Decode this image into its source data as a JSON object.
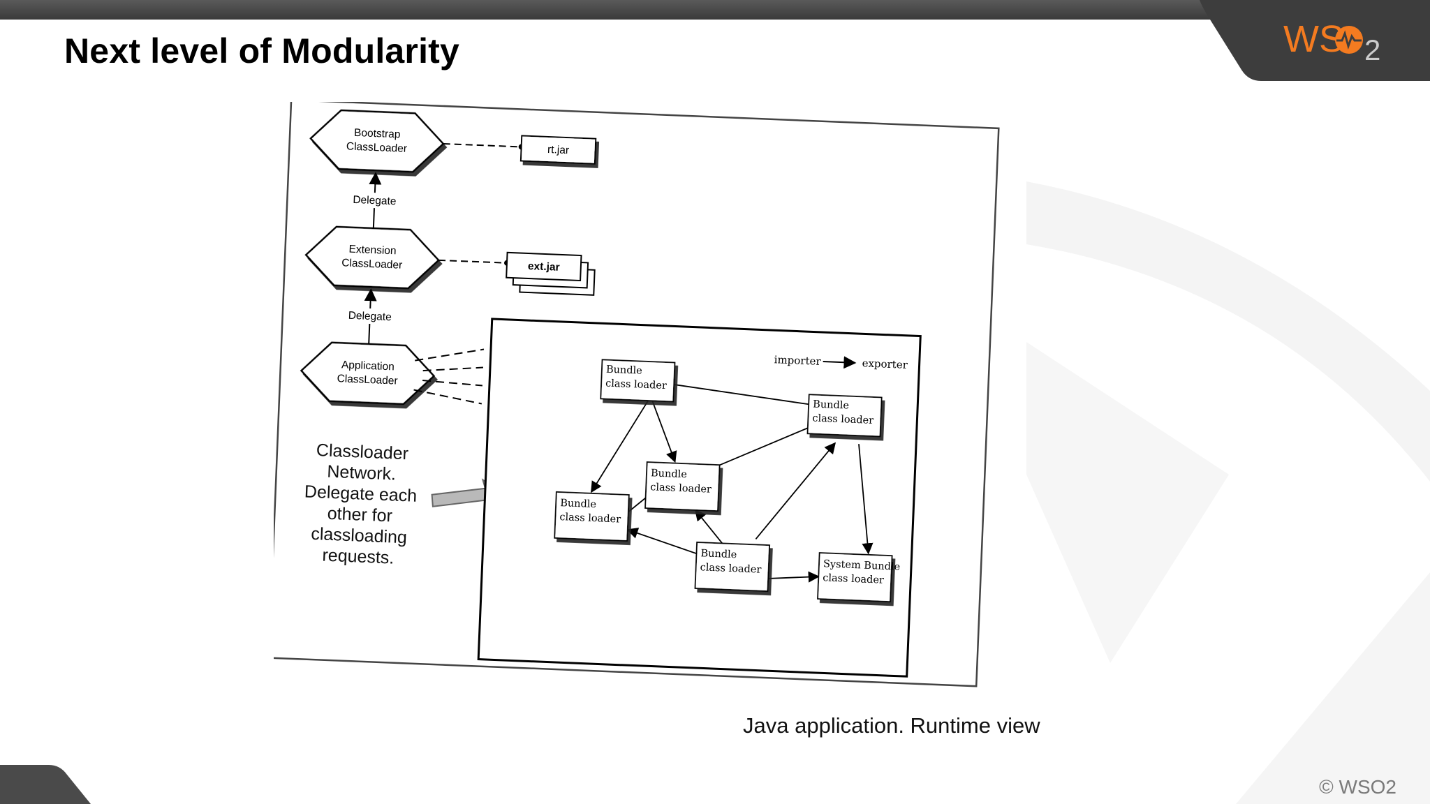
{
  "slide": {
    "title": "Next level of Modularity",
    "caption": "Java application. Runtime view",
    "copyright": "© WSO2"
  },
  "logo": {
    "text": "WSO2",
    "icon": "wso2-logo"
  },
  "colors": {
    "top_bar": "#4a4a4a",
    "logo_orange": "#f47b20",
    "logo_gray": "#aaaaaa",
    "watermark": "#f4f4f4",
    "arrow_fill": "#b9b9b9"
  },
  "diagram": {
    "hierarchy": [
      {
        "id": "bootstrap",
        "line1": "Bootstrap",
        "line2": "ClassLoader",
        "jar": "rt.jar"
      },
      {
        "id": "extension",
        "line1": "Extension",
        "line2": "ClassLoader",
        "jar": "ext.jar"
      },
      {
        "id": "application",
        "line1": "Application",
        "line2": "ClassLoader",
        "jar": ""
      }
    ],
    "delegate_labels": [
      "Delegate",
      "Delegate"
    ],
    "note": [
      "Classloader",
      "Network.",
      "Delegate each",
      "other for",
      "classloading",
      "requests."
    ],
    "legend": {
      "from": "importer",
      "to": "exporter"
    },
    "bundles": [
      {
        "id": "b1",
        "line1": "Bundle",
        "line2": "class loader"
      },
      {
        "id": "b2",
        "line1": "Bundle",
        "line2": "class loader"
      },
      {
        "id": "b3",
        "line1": "Bundle",
        "line2": "class loader"
      },
      {
        "id": "b4",
        "line1": "Bundle",
        "line2": "class loader"
      },
      {
        "id": "b5",
        "line1": "Bundle",
        "line2": "class loader"
      },
      {
        "id": "b6",
        "line1": "System Bundle",
        "line2": "class loader"
      }
    ]
  }
}
